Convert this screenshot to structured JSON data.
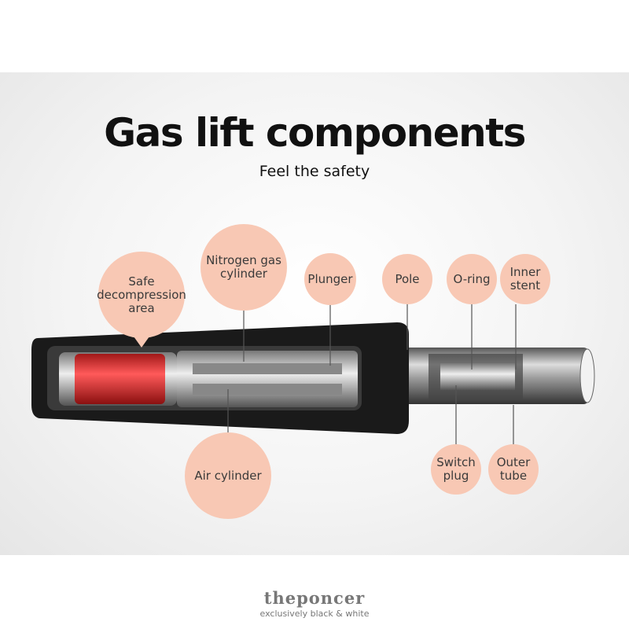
{
  "title": "Gas lift components",
  "subtitle": "Feel the safety",
  "labels": {
    "safe_decompression": "Safe decompression area",
    "nitrogen": "Nitrogen gas cylinder",
    "plunger": "Plunger",
    "pole": "Pole",
    "o_ring": "O-ring",
    "inner_stent": "Inner stent",
    "air_cylinder": "Air cylinder",
    "switch_plug": "Switch plug",
    "outer_tube": "Outer tube"
  },
  "logo": {
    "name": "theponcer",
    "tagline": "exclusively black & white"
  },
  "colors": {
    "bubble": "#f8c8b4",
    "body": "#1a1a1a",
    "red_zone": "#e03a3a"
  }
}
